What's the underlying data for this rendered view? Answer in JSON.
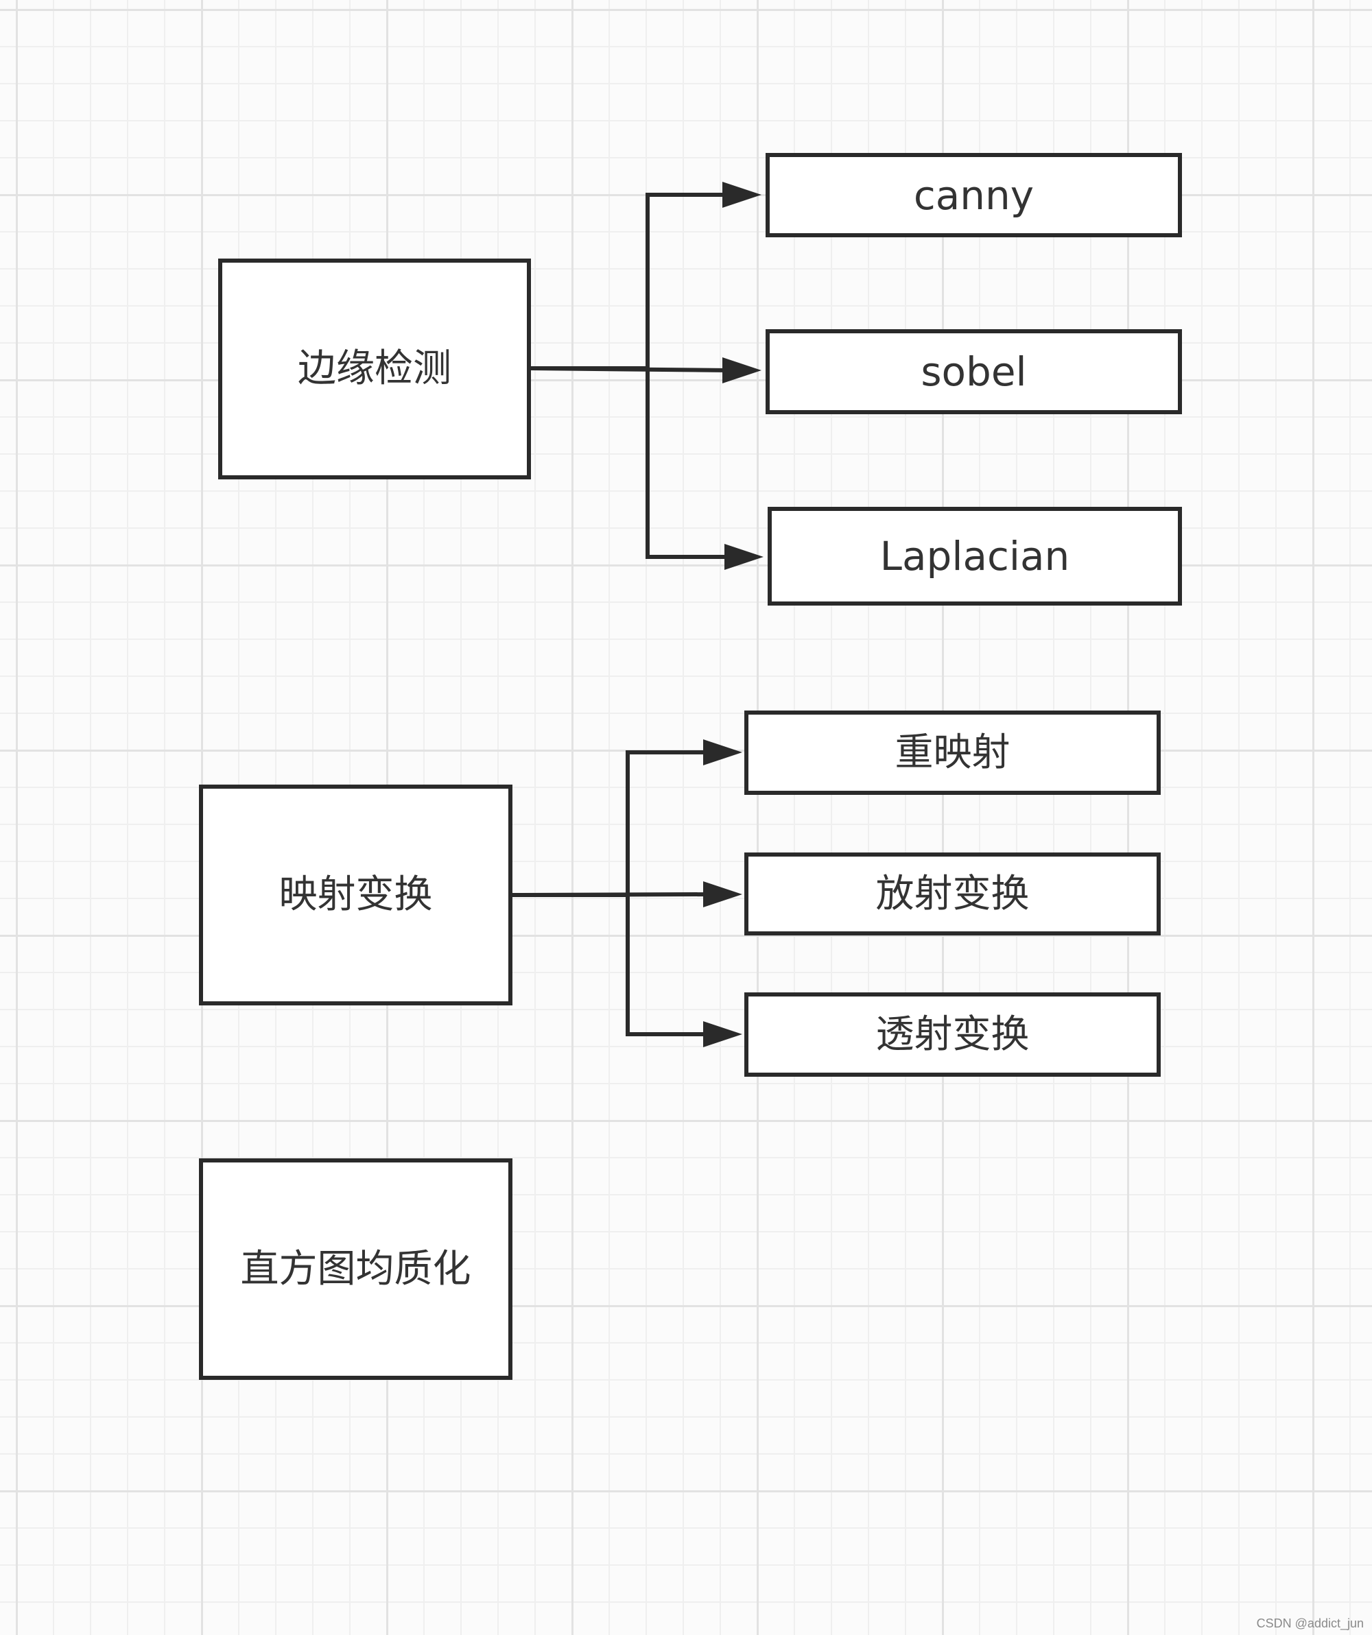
{
  "diagram": {
    "groups": [
      {
        "parent": "边缘检测",
        "children": [
          "canny",
          "sobel",
          "Laplacian"
        ]
      },
      {
        "parent": "映射变换",
        "children": [
          "重映射",
          "放射变换",
          "透射变换"
        ]
      }
    ],
    "standalone": [
      "直方图均质化"
    ]
  },
  "watermark": "CSDN @addict_jun",
  "colors": {
    "stroke": "#2a2a2a",
    "text": "#333333",
    "grid_major": "#e2e2e2",
    "grid_minor": "#efefef",
    "background": "#fbfbfb"
  }
}
